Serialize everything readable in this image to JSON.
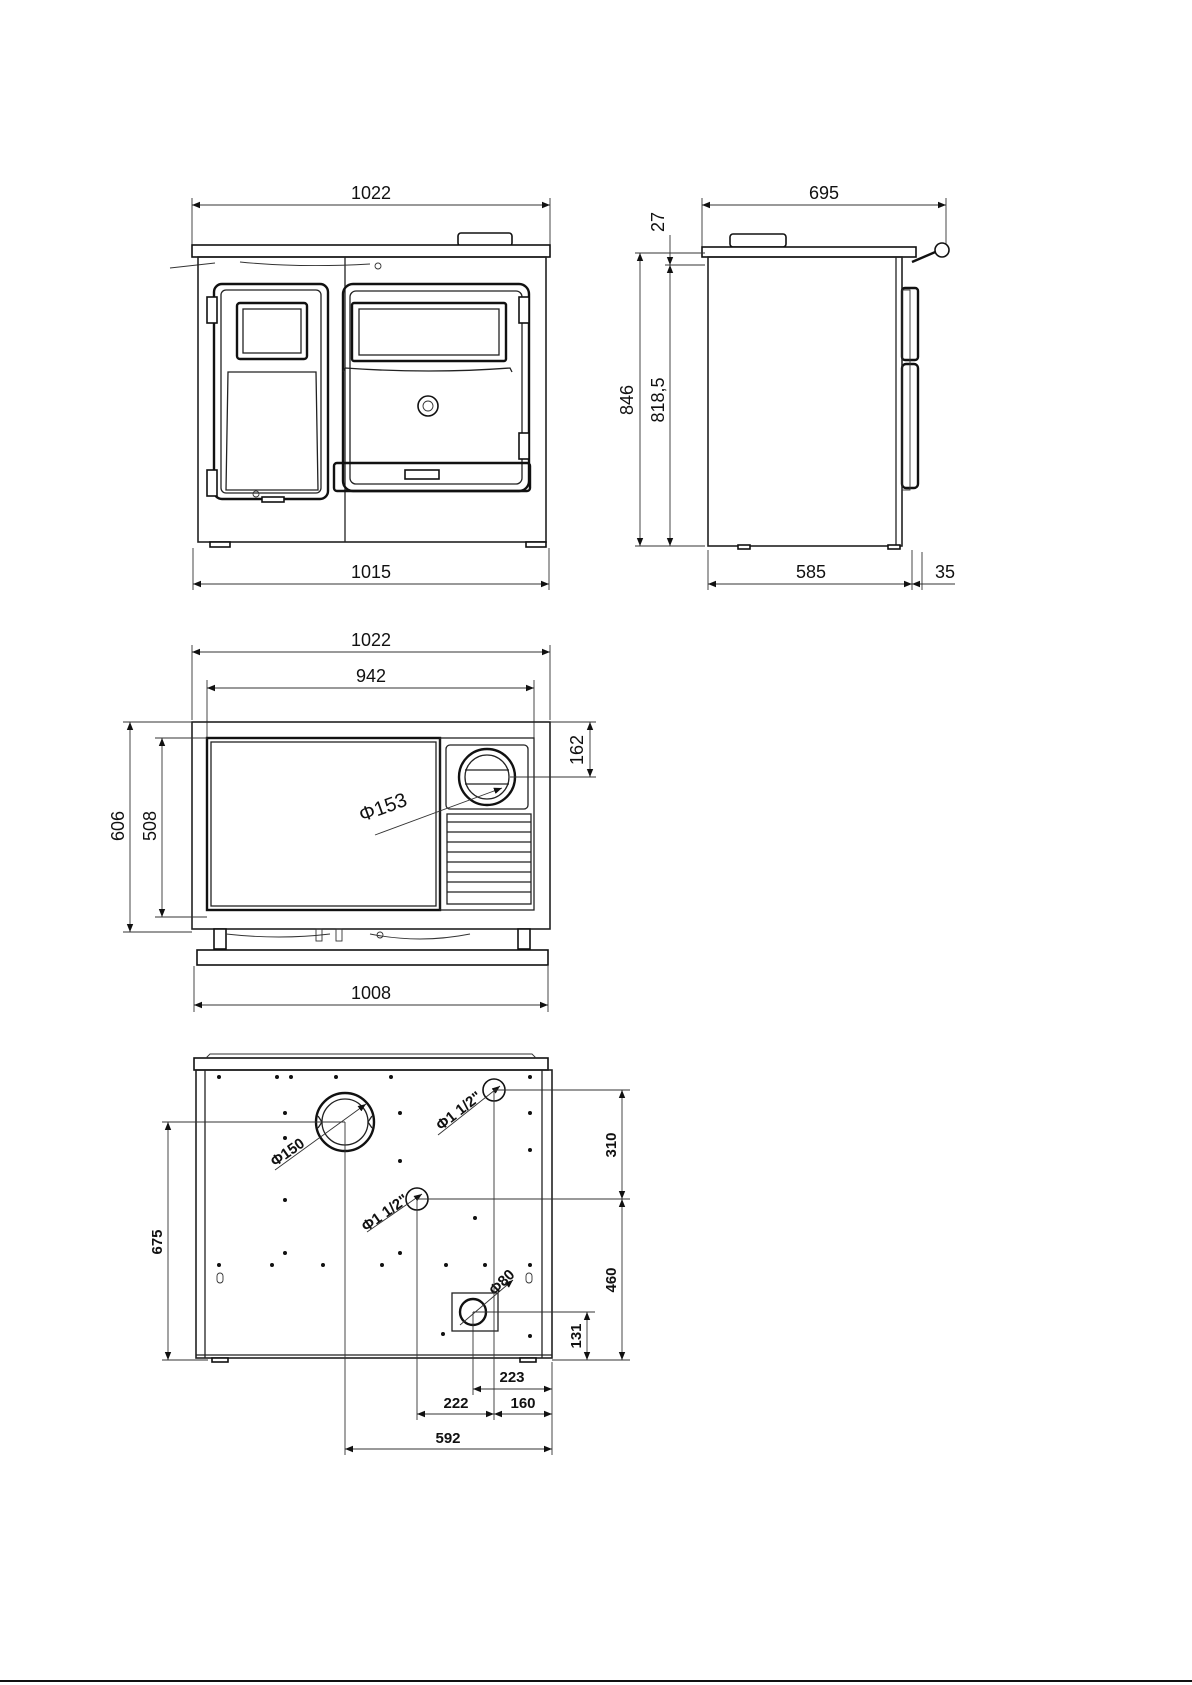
{
  "front_view": {
    "top_width": "1022",
    "base_width": "1015"
  },
  "side_view": {
    "depth_top": "695",
    "depth_body": "585",
    "handle_offset": "35",
    "top_thickness": "27",
    "total_height": "846",
    "body_height": "818,5"
  },
  "top_view": {
    "overall_width": "1022",
    "plate_width": "942",
    "base_width": "1008",
    "overall_depth": "606",
    "plate_depth": "508",
    "flue_offset": "162",
    "flue_diameter": "Φ153"
  },
  "rear_view": {
    "flue_diameter": "Φ150",
    "pipe_diameter_upper": "Φ1 1/2\"",
    "pipe_diameter_lower": "Φ1 1/2\"",
    "air_inlet_diameter": "Φ80",
    "flue_height": "675",
    "upper_pipe_spacing": "310",
    "lower_pipe_height": "460",
    "air_inlet_height": "131",
    "air_inlet_offset": "223",
    "lower_pipe_offset": "222",
    "right_offset": "160",
    "flue_offset": "592"
  }
}
